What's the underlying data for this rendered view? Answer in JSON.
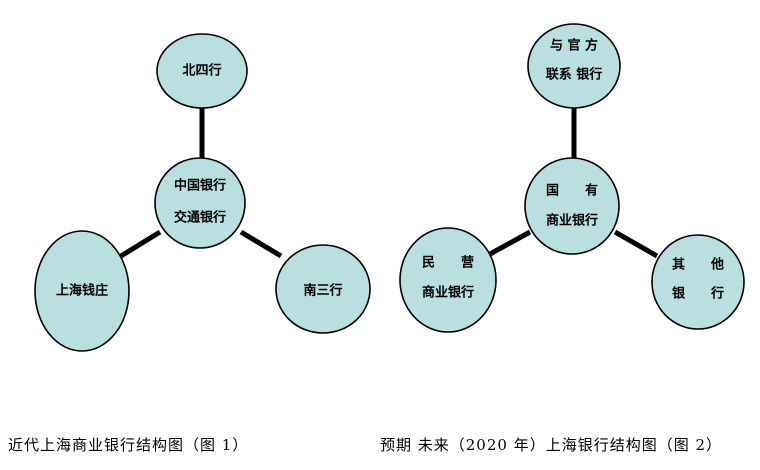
{
  "figure1": {
    "caption": "近代上海商业银行结构图（图 1）",
    "nodes": {
      "top": "北四行",
      "center_line1": "中国银行",
      "center_line2": "交通银行",
      "left": "上海钱庄",
      "right": "南三行"
    }
  },
  "figure2": {
    "caption": "预期 未来（2020 年）上海银行结构图（图 2）",
    "nodes": {
      "top_line1": "与 官 方",
      "top_line2": "联系 银行",
      "center_line1": "国　　有",
      "center_line2": "商业银行",
      "left_line1": "民　　营",
      "left_line2": "商业银行",
      "right_line1": "其　　他",
      "right_line2": "银　　行"
    }
  },
  "colors": {
    "node_fill": "#b9dfe0",
    "node_stroke": "#000000",
    "edge": "#000000"
  }
}
